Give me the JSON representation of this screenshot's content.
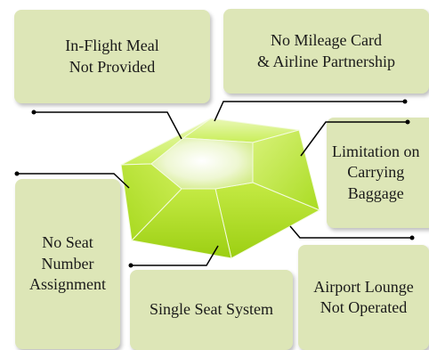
{
  "boxes": {
    "meal": "In-Flight Meal\nNot Provided",
    "mileage": "No Mileage Card\n& Airline Partnership",
    "baggage": "Limitation on\nCarrying\nBaggage",
    "seat_number": "No Seat\nNumber\nAssignment",
    "single_seat": "Single Seat System",
    "lounge": "Airport Lounge\nNot Operated"
  },
  "colors": {
    "box_fill": "#dde6b7",
    "hexagon_light": "#e8f7b0",
    "hexagon_mid": "#c6ee4f",
    "hexagon_dark": "#9ad214",
    "connector": "#000000"
  }
}
